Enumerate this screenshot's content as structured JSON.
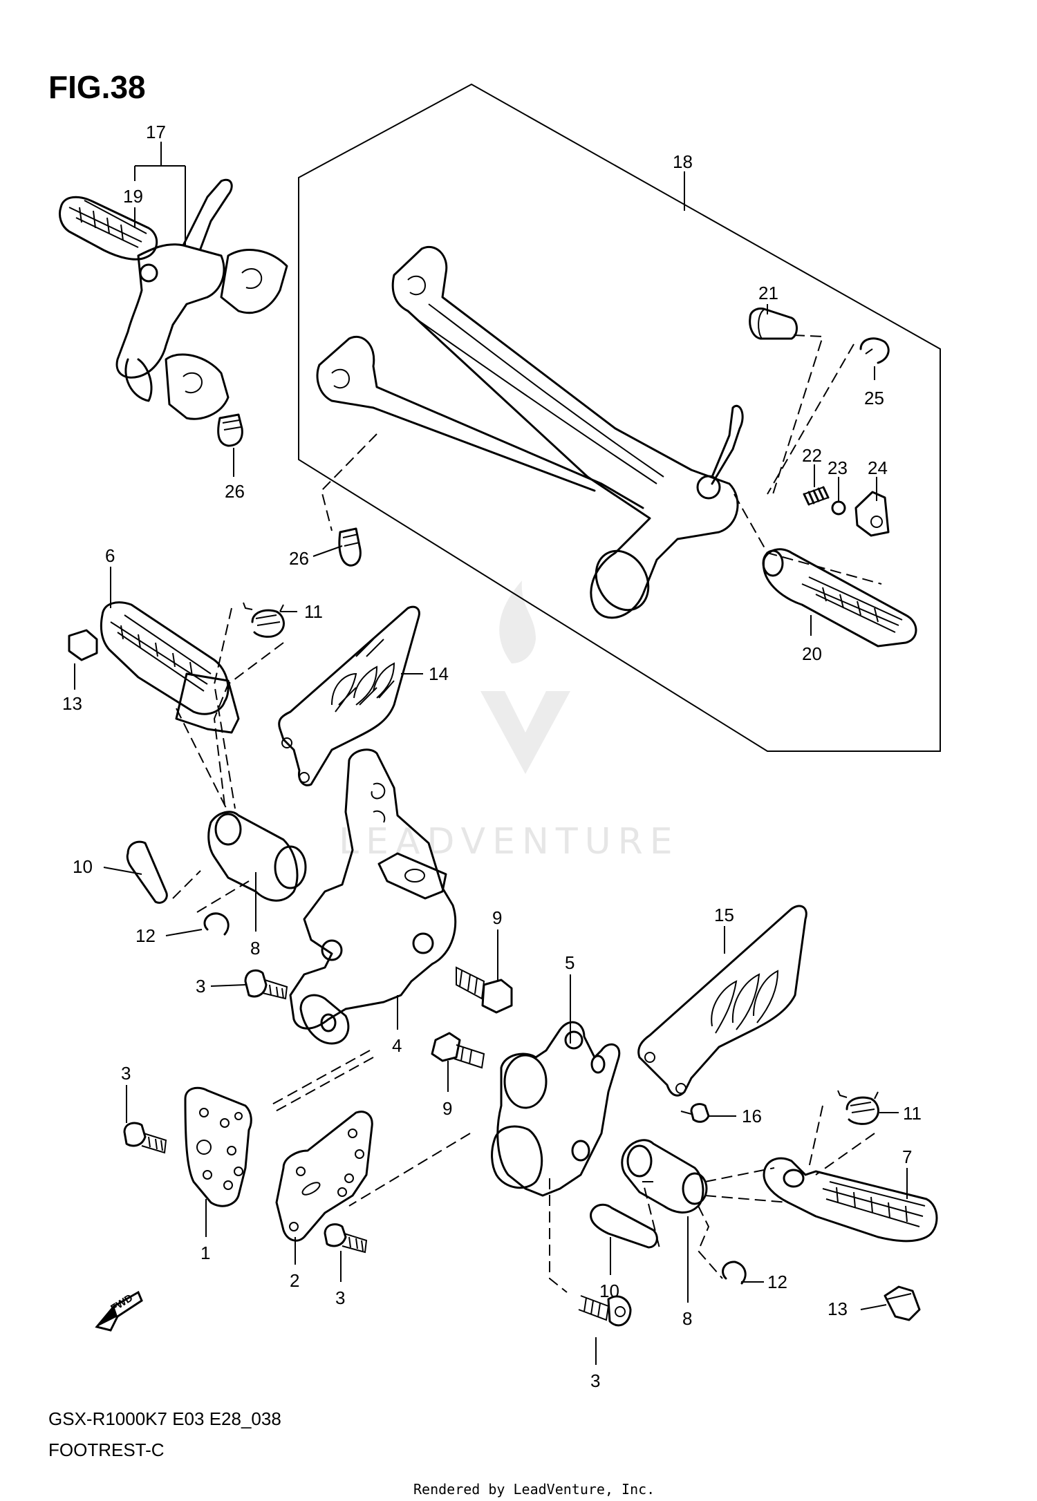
{
  "figure": {
    "title": "FIG.38",
    "model_code": "GSX-R1000K7 E03 E28_038",
    "section_name": "FOOTREST-C",
    "credit": "Rendered by LeadVenture, Inc.",
    "watermark": "LEADVENTURE",
    "fwd_label": "FWD"
  },
  "callouts": [
    {
      "id": "c17",
      "text": "17"
    },
    {
      "id": "c19",
      "text": "19"
    },
    {
      "id": "c26a",
      "text": "26"
    },
    {
      "id": "c18",
      "text": "18"
    },
    {
      "id": "c21",
      "text": "21"
    },
    {
      "id": "c25",
      "text": "25"
    },
    {
      "id": "c22",
      "text": "22"
    },
    {
      "id": "c23",
      "text": "23"
    },
    {
      "id": "c24",
      "text": "24"
    },
    {
      "id": "c26b",
      "text": "26"
    },
    {
      "id": "c20",
      "text": "20"
    },
    {
      "id": "c6",
      "text": "6"
    },
    {
      "id": "c11a",
      "text": "11"
    },
    {
      "id": "c13a",
      "text": "13"
    },
    {
      "id": "c14",
      "text": "14"
    },
    {
      "id": "c10a",
      "text": "10"
    },
    {
      "id": "c12a",
      "text": "12"
    },
    {
      "id": "c8a",
      "text": "8"
    },
    {
      "id": "c9a",
      "text": "9"
    },
    {
      "id": "c3a",
      "text": "3"
    },
    {
      "id": "c4",
      "text": "4"
    },
    {
      "id": "c5",
      "text": "5"
    },
    {
      "id": "c15",
      "text": "15"
    },
    {
      "id": "c3b",
      "text": "3"
    },
    {
      "id": "c9b",
      "text": "9"
    },
    {
      "id": "c16",
      "text": "16"
    },
    {
      "id": "c11b",
      "text": "11"
    },
    {
      "id": "c7",
      "text": "7"
    },
    {
      "id": "c1",
      "text": "1"
    },
    {
      "id": "c2",
      "text": "2"
    },
    {
      "id": "c3c",
      "text": "3"
    },
    {
      "id": "c10b",
      "text": "10"
    },
    {
      "id": "c12b",
      "text": "12"
    },
    {
      "id": "c8b",
      "text": "8"
    },
    {
      "id": "c13b",
      "text": "13"
    },
    {
      "id": "c3d",
      "text": "3"
    }
  ]
}
